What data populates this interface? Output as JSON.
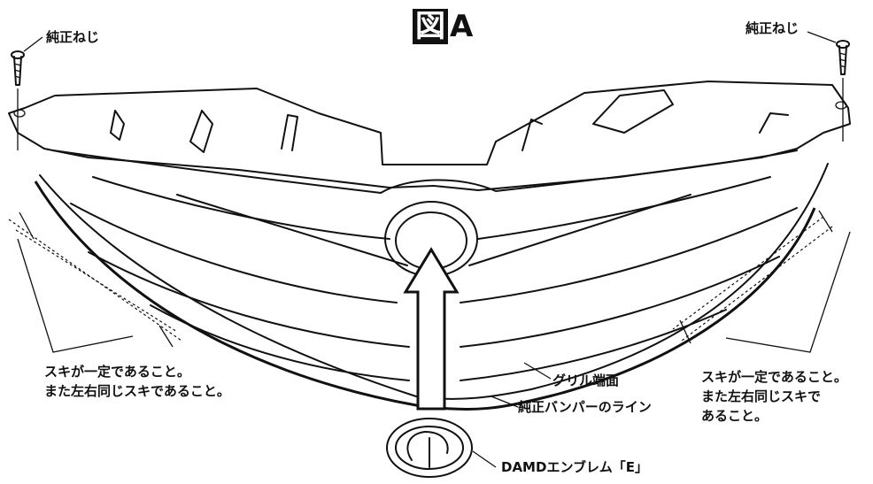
{
  "title": {
    "mark": "図",
    "letter": "A"
  },
  "labels": {
    "screw_left": "純正ねじ",
    "screw_right": "純正ねじ",
    "gap_left_line1": "スキが一定であること。",
    "gap_left_line2": "また左右同じスキであること。",
    "gap_right_line1": "スキが一定であること。",
    "gap_right_line2": "また左右同じスキで",
    "gap_right_line3": "あること。",
    "grille_edge": "グリル端面",
    "bumper_line": "純正バンパーのライン",
    "emblem": "DAMDエンブレム「E」"
  }
}
